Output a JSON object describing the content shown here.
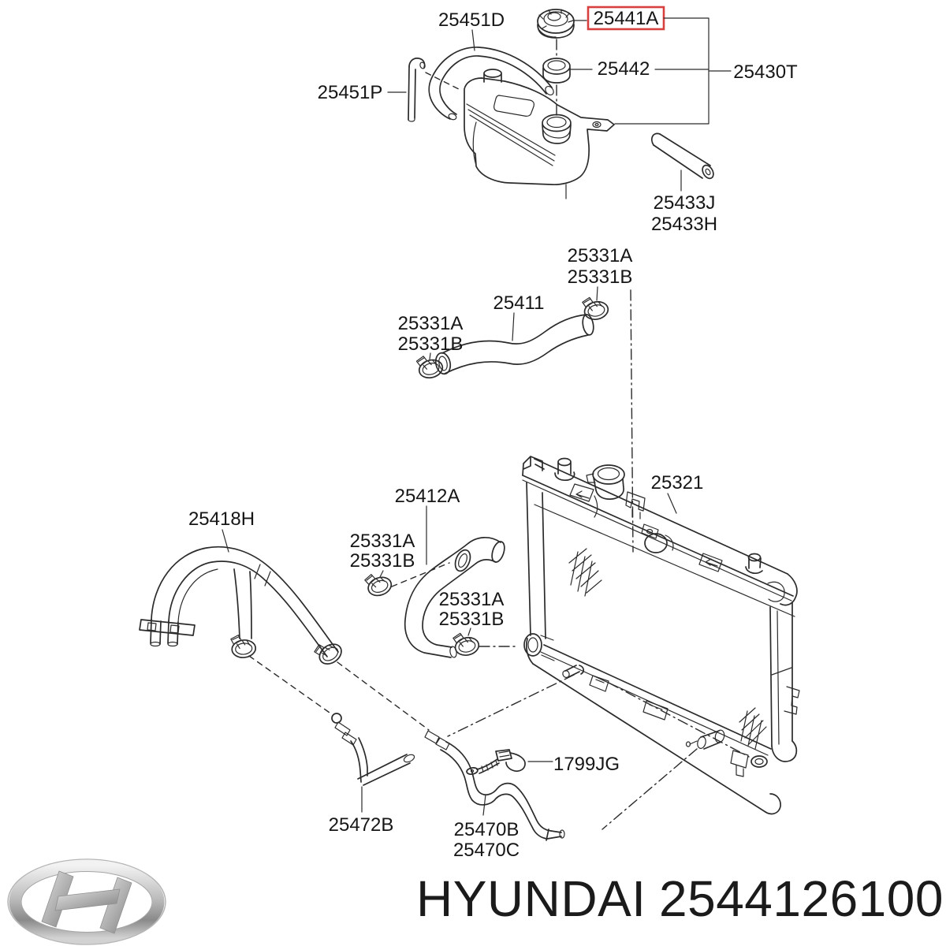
{
  "theme": {
    "background": "#ffffff",
    "line_color": "#2b2b2b",
    "text_color": "#161616",
    "highlight_color": "#d84040"
  },
  "diagram": {
    "highlighted_part": "25441A",
    "callouts": {
      "reservoir_hose": "25451D",
      "radiator_cap": "25441A",
      "filler_ring": "25442",
      "reservoir_assy": "25430T",
      "overflow_hose": "25451P",
      "vent_tube_j": "25433J",
      "vent_tube_h": "25433H",
      "clamp_a": "25331A",
      "clamp_b": "25331B",
      "upper_hose": "25411",
      "radiator": "25321",
      "lower_hose": "25412A",
      "heater_hose_assy": "25418H",
      "drain_hose": "25472B",
      "overflow_tube_b": "25470B",
      "overflow_tube_c": "25470C",
      "strap_clamp": "1799JG"
    }
  },
  "footer": {
    "brand": "HYUNDAI",
    "part_number": "2544126100",
    "logo": "hyundai-logo"
  }
}
